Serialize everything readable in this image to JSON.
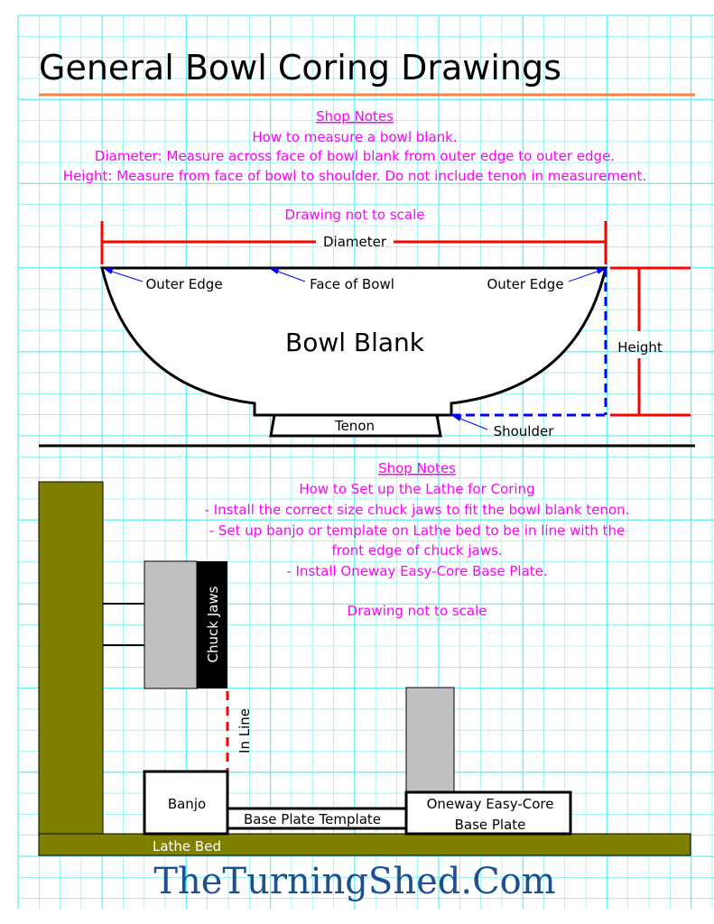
{
  "title": "General Bowl Coring Drawings",
  "section1": {
    "heading": "Shop Notes",
    "lines": [
      "How to measure a bowl blank.",
      "Diameter: Measure across face of bowl blank from outer edge to outer edge.",
      "Height: Measure from face of bowl to shoulder. Do not include tenon in measurement."
    ],
    "scale_note": "Drawing not to scale",
    "labels": {
      "diameter": "Diameter",
      "outer_edge_left": "Outer Edge",
      "face": "Face of Bowl",
      "outer_edge_right": "Outer Edge",
      "bowl": "Bowl Blank",
      "height": "Height",
      "tenon": "Tenon",
      "shoulder": "Shoulder"
    }
  },
  "section2": {
    "heading": "Shop Notes",
    "lines": [
      "How to Set up the Lathe for Coring",
      "- Install the correct size chuck jaws to fit the bowl blank tenon.",
      "- Set up banjo or template on Lathe bed to be in line with the",
      "front edge of chuck jaws.",
      "- Install Oneway Easy-Core Base Plate."
    ],
    "scale_note": "Drawing not to scale",
    "labels": {
      "chuck": "Chuck Jaws",
      "inline": "In Line",
      "banjo": "Banjo",
      "template": "Base Plate Template",
      "oneway1": "Oneway Easy-Core",
      "oneway2": "Base Plate",
      "bed": "Lathe Bed"
    }
  },
  "footer": "TheTurningShed.Com",
  "colors": {
    "grid": "#66f0f0",
    "accent": "#ff8040",
    "notes": "#ff00ff",
    "dim": "#ff0000",
    "guide": "#0000ff",
    "bed": "#808000",
    "chuck": "#c0c0c0"
  }
}
